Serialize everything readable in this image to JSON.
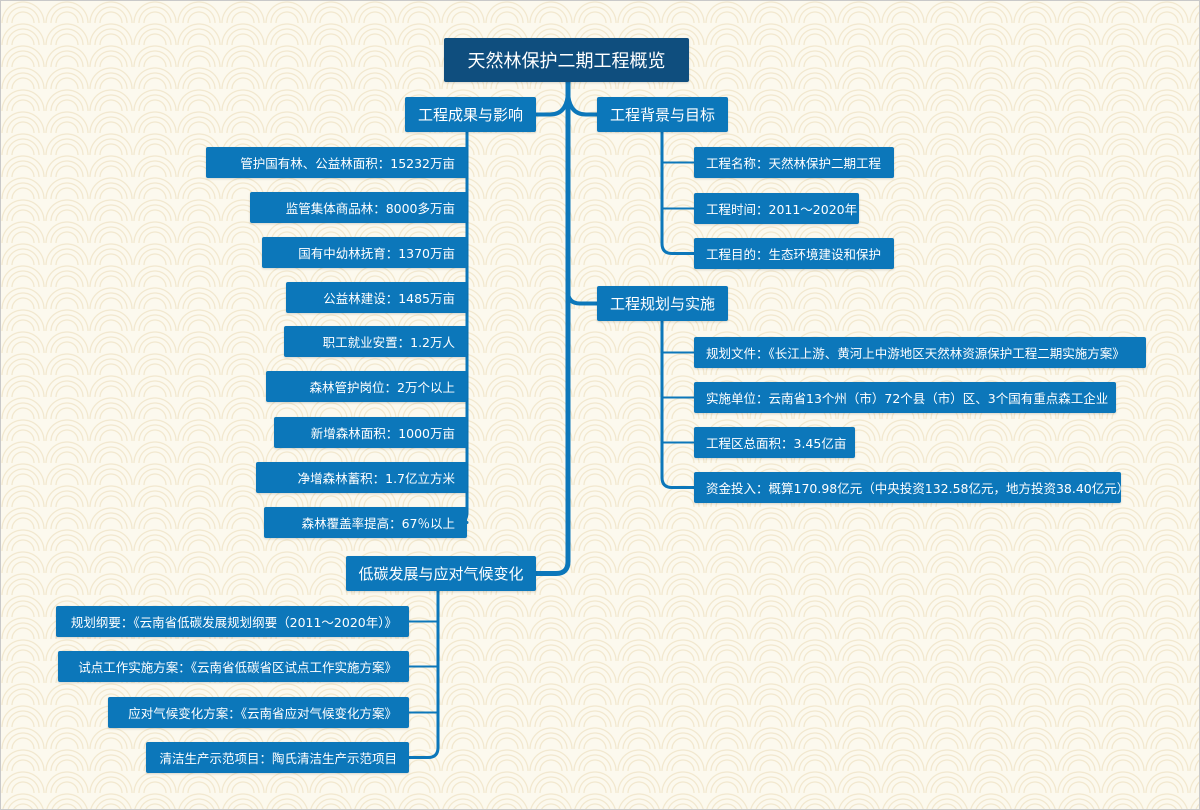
{
  "colors": {
    "node": "#0c77ba",
    "root": "#0f4e7e",
    "connector": "#0c77ba",
    "background": "#fcf9ee",
    "pattern": "#efe3c6"
  },
  "root": {
    "label": "天然林保护二期工程概览"
  },
  "branches": {
    "results": {
      "label": "工程成果与影响",
      "items": [
        "管护国有林、公益林面积：15232万亩",
        "监管集体商品林：8000多万亩",
        "国有中幼林抚育：1370万亩",
        "公益林建设：1485万亩",
        "职工就业安置：1.2万人",
        "森林管护岗位：2万个以上",
        "新增森林面积：1000万亩",
        "净增森林蓄积：1.7亿立方米",
        "森林覆盖率提高：67％以上"
      ]
    },
    "background": {
      "label": "工程背景与目标",
      "items": [
        "工程名称：天然林保护二期工程",
        "工程时间：2011～2020年",
        "工程目的：生态环境建设和保护"
      ]
    },
    "planning": {
      "label": "工程规划与实施",
      "items": [
        "规划文件：《长江上游、黄河上中游地区天然林资源保护工程二期实施方案》",
        "实施单位：云南省13个州（市）72个县（市）区、3个国有重点森工企业",
        "工程区总面积：3.45亿亩",
        "资金投入：概算170.98亿元（中央投资132.58亿元，地方投资38.40亿元）"
      ]
    },
    "lowcarbon": {
      "label": "低碳发展与应对气候变化",
      "items": [
        "规划纲要：《云南省低碳发展规划纲要（2011～2020年）》",
        "试点工作实施方案：《云南省低碳省区试点工作实施方案》",
        "应对气候变化方案：《云南省应对气候变化方案》",
        "清洁生产示范项目：陶氏清洁生产示范项目"
      ]
    }
  }
}
